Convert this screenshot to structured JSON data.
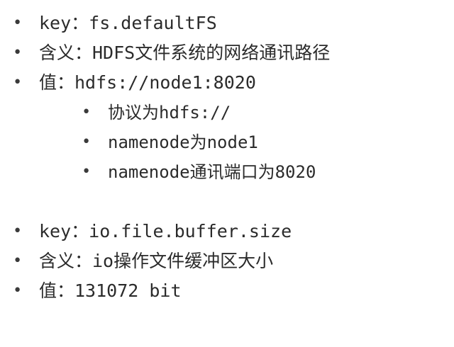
{
  "bullet_glyph": "•",
  "group1": {
    "key": "key：fs.defaultFS",
    "meaning": "含义：HDFS文件系统的网络通讯路径",
    "value": "值：hdfs://node1:8020",
    "details": [
      "协议为hdfs://",
      "namenode为node1",
      "namenode通讯端口为8020"
    ]
  },
  "group2": {
    "key": "key：io.file.buffer.size",
    "meaning": "含义：io操作文件缓冲区大小",
    "value": "值：131072 bit"
  }
}
